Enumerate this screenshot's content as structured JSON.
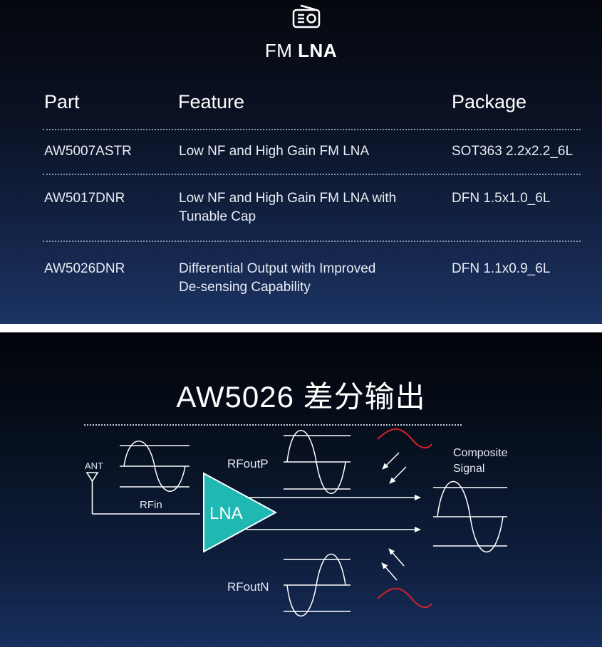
{
  "top_panel": {
    "title_light": "FM",
    "title_bold": "LNA",
    "icon": "radio-icon",
    "table": {
      "headers": [
        "Part",
        "Feature",
        "Package"
      ],
      "rows": [
        {
          "part": "AW5007ASTR",
          "feature_1": "Low NF and High Gain FM LNA",
          "feature_2": "",
          "package": "SOT363 2.2x2.2_6L"
        },
        {
          "part": "AW5017DNR",
          "feature_1": "Low NF and High Gain FM LNA with",
          "feature_2": "Tunable Cap",
          "package": "DFN 1.5x1.0_6L"
        },
        {
          "part": "AW5026DNR",
          "feature_1": "Differential Output with Improved",
          "feature_2": "De-sensing Capability",
          "package": "DFN 1.1x0.9_6L"
        }
      ]
    }
  },
  "bottom_panel": {
    "title": "AW5026 差分输出",
    "labels": {
      "ant": "ANT",
      "rfin": "RFin",
      "lna": "LNA",
      "rfoutp": "RFoutP",
      "rfoutn": "RFoutN",
      "composite_1": "Composite",
      "composite_2": "Signal"
    },
    "colors": {
      "lna_fill": "#1fb8b2",
      "noise": "#d6202a",
      "line": "#ffffff"
    }
  }
}
